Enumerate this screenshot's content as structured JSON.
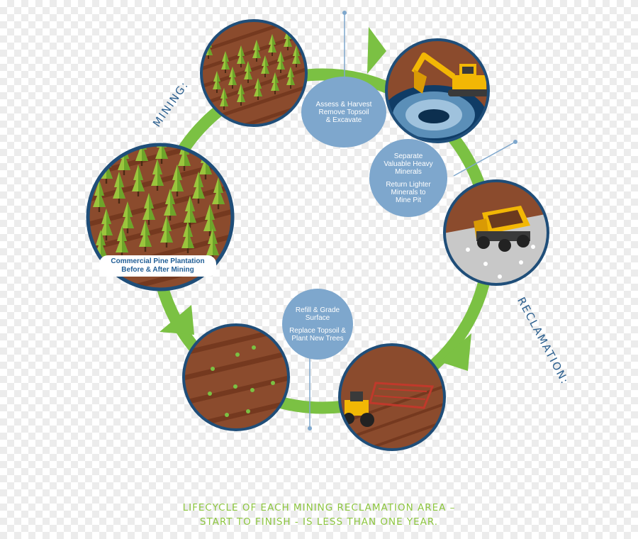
{
  "phases": {
    "mining": "MINING:",
    "reclamation": "RECLAMATION:"
  },
  "plantation_label": {
    "line1": "Commercial Pine Plantation",
    "line2": "Before & After Mining"
  },
  "steps": {
    "assess": {
      "line1": "Assess & Harvest",
      "line2": "Remove Topsoil",
      "line3": "& Excavate"
    },
    "separate": {
      "line1": "Separate",
      "line2": "Valuable Heavy",
      "line3": "Minerals",
      "line4": "Return Lighter",
      "line5": "Minerals to",
      "line6": "Mine Pit"
    },
    "refill": {
      "line1": "Refill & Grade",
      "line2": "Surface",
      "line3": "Replace Topsoil &",
      "line4": "Plant New Trees"
    }
  },
  "footer": {
    "line1": "LIFECYCLE OF EACH MINING RECLAMATION AREA –",
    "line2": "START TO FINISH - IS LESS THAN ONE YEAR."
  },
  "colors": {
    "arrow_green": "#7bc143",
    "circle_border": "#1f4e79",
    "bubble_blue": "#7ea7cd",
    "soil": "#8b4b2d",
    "pine_green": "#9bc53d",
    "footer_green": "#8dc63f"
  }
}
